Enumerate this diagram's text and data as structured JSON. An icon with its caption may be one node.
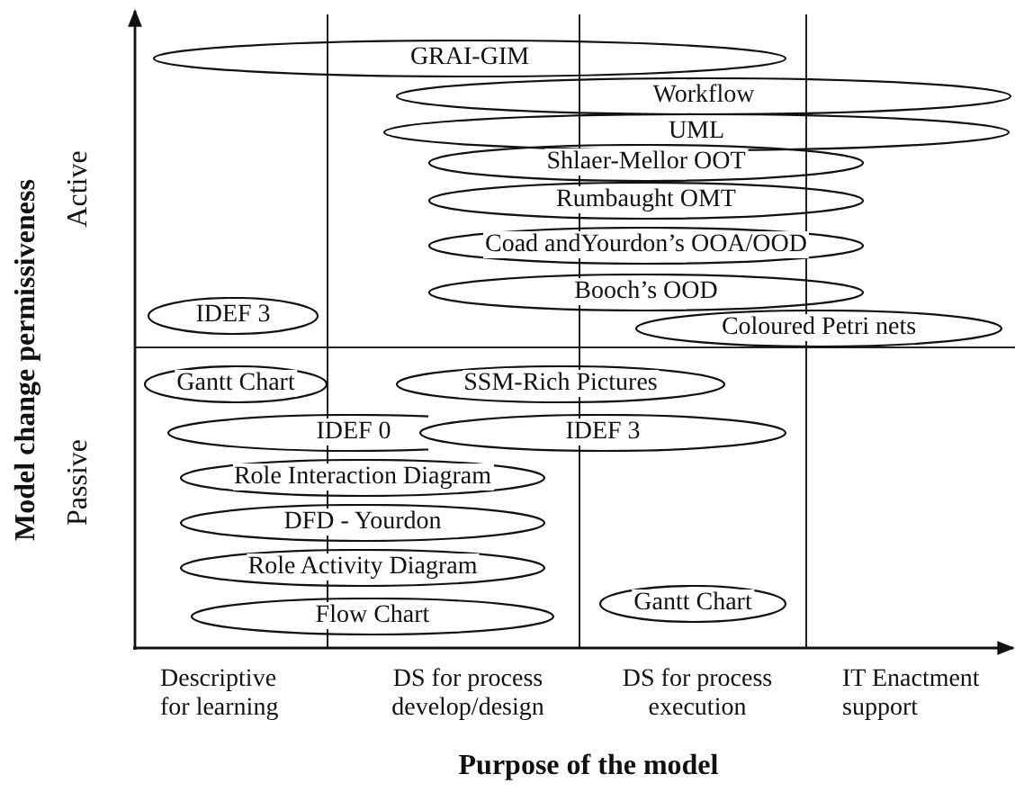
{
  "diagram": {
    "nodes": [
      {
        "text": [
          "GRAI-GIM"
        ]
      },
      {
        "text": [
          "Workflow"
        ]
      },
      {
        "text": [
          "UML"
        ]
      },
      {
        "text": [
          "Shlaer-Mellor OOT"
        ]
      },
      {
        "text": [
          "Rumbaught OMT"
        ]
      },
      {
        "text": [
          "Coad andYourdon’s OOA/OOD"
        ]
      },
      {
        "text": [
          "Booch’s OOD"
        ]
      },
      {
        "text": [
          "IDEF 3"
        ]
      },
      {
        "text": [
          "Coloured Petri nets"
        ]
      },
      {
        "text": [
          "Gantt Chart"
        ]
      },
      {
        "text": [
          "SSM-Rich Pictures"
        ]
      },
      {
        "text": [
          "IDEF 0"
        ]
      },
      {
        "text": [
          "IDEF 3"
        ]
      },
      {
        "text": [
          "Role Interaction Diagram"
        ]
      },
      {
        "text": [
          "DFD - Yourdon"
        ]
      },
      {
        "text": [
          "Role Activity Diagram"
        ]
      },
      {
        "text": [
          "Flow Chart"
        ]
      },
      {
        "text": [
          "Gantt Chart"
        ]
      }
    ],
    "labels": [
      "Model change permissiveness",
      "Active",
      "Passive",
      "Descriptive for learning",
      "DS for process develop/design",
      "DS for process execution",
      "IT Enactment support",
      "Purpose of the model"
    ]
  }
}
